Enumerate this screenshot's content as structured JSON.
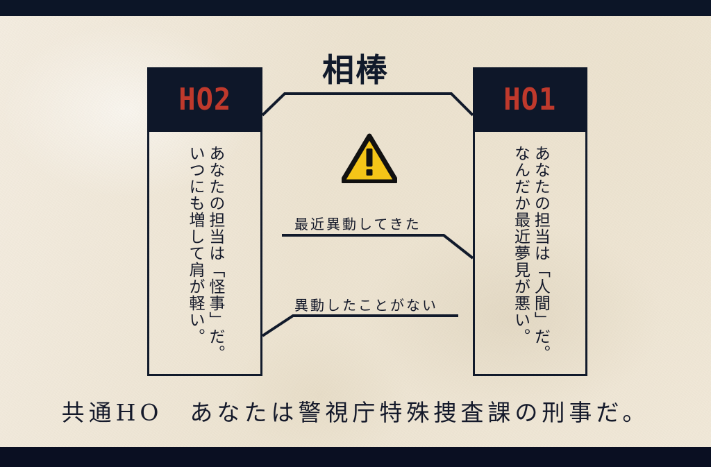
{
  "colors": {
    "navy_bar": "#0c1527",
    "paper": "#efe7d7",
    "card_header": "#0e1729",
    "card_label_red": "#bf392c",
    "ink": "#14192a",
    "warning_yellow": "#f5c518"
  },
  "title": "相棒",
  "warning_icon": "warning-triangle-icon",
  "cards": [
    {
      "id": "HO2",
      "label": "HO2",
      "lines": [
        "あなたの担当は「怪事」だ。",
        "いつにも増して肩が軽い。"
      ]
    },
    {
      "id": "HO1",
      "label": "HO1",
      "lines": [
        "あなたの担当は「人間」だ。",
        "なんだか最近夢見が悪い。"
      ]
    }
  ],
  "connector_labels": {
    "top": "最近異動してきた",
    "bottom": "異動したことがない"
  },
  "footer": {
    "prefix": "共通HO",
    "text": "共通HO　あなたは警視庁特殊捜査課の刑事だ。"
  }
}
